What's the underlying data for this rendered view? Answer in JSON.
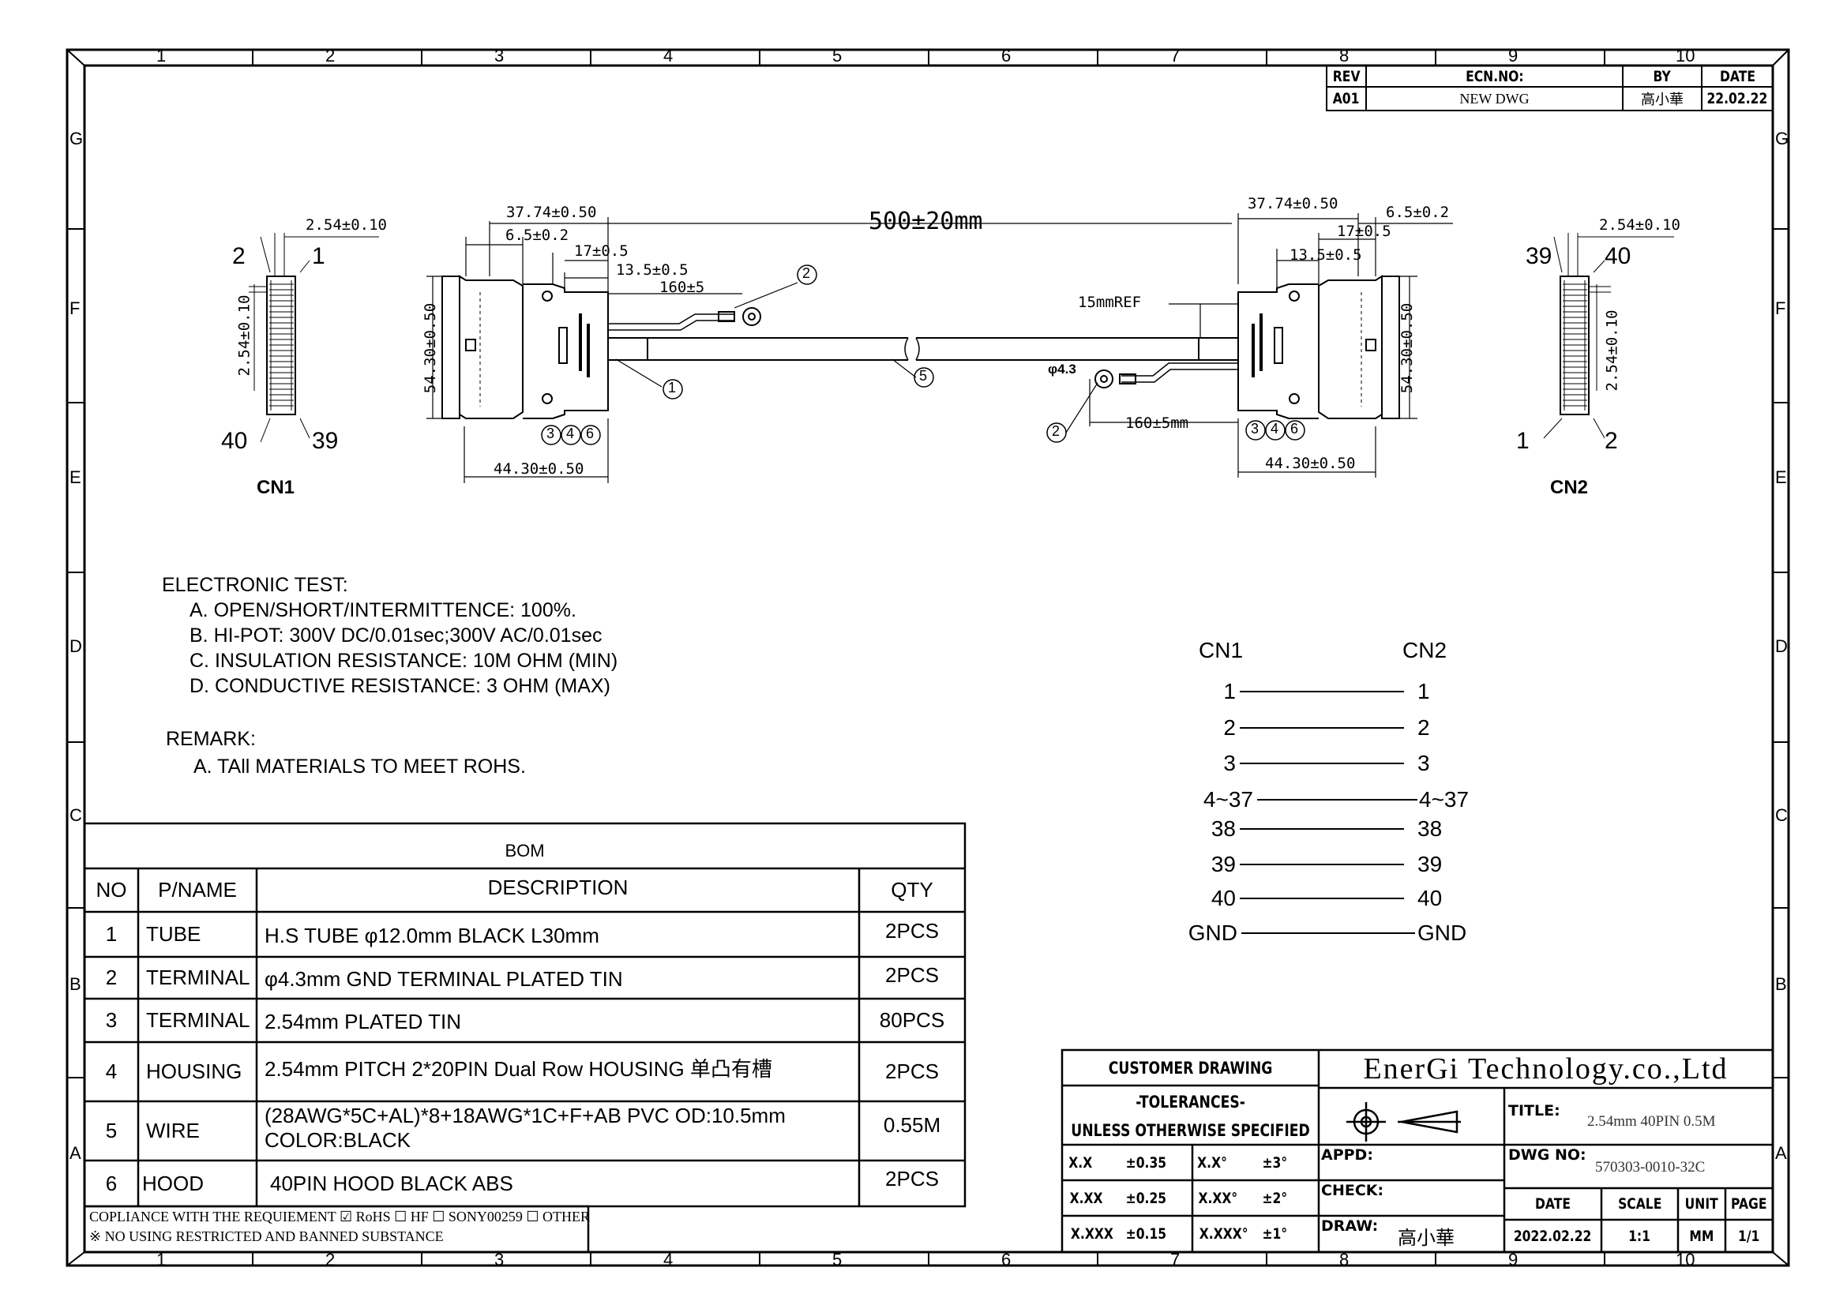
{
  "zones": {
    "cols": [
      "1",
      "2",
      "3",
      "4",
      "5",
      "6",
      "7",
      "8",
      "9",
      "10"
    ],
    "rows": [
      "G",
      "F",
      "E",
      "D",
      "C",
      "B",
      "A"
    ]
  },
  "revision": {
    "headers": {
      "rev": "REV",
      "ecn": "ECN.NO:",
      "by": "BY",
      "date": "DATE"
    },
    "row": {
      "rev": "A01",
      "ecn": "NEW DWG",
      "by": "高小華",
      "date": "22.02.22"
    }
  },
  "drawing": {
    "cn1_label": "CN1",
    "cn2_label": "CN2",
    "cn1_pitch_h": "2.54±0.10",
    "cn1_pitch_v": "2.54±0.10",
    "cn2_pitch_h": "2.54±0.10",
    "cn2_pitch_v": "2.54±0.10",
    "cn1_pins": {
      "tl": "2",
      "tr": "1",
      "bl": "40",
      "br": "39"
    },
    "cn2_pins": {
      "tl": "39",
      "tr": "40",
      "bl": "1",
      "br": "2"
    },
    "dims": {
      "overall": "500±20mm",
      "l_37": "37.74±0.50",
      "l_65": "6.5±0.2",
      "l_17": "17±0.5",
      "l_135": "13.5±0.5",
      "l_160": "160±5",
      "l_543": "54.30±0.50",
      "l_443": "44.30±0.50",
      "r_37": "37.74±0.50",
      "r_65": "6.5±0.2",
      "r_17": "17±0.5",
      "r_135": "13.5±0.5",
      "r_15ref": "15mmREF",
      "r_phi": "φ4.3",
      "r_160": "160±5mm",
      "r_543": "54.30±0.50",
      "r_443": "44.30±0.50"
    },
    "balloons": {
      "b1": "1",
      "b2": "2",
      "b3": "3",
      "b4": "4",
      "b5": "5",
      "b6": "6"
    }
  },
  "notes": {
    "test_title": "ELECTRONIC TEST:",
    "tests": [
      "A. OPEN/SHORT/INTERMITTENCE: 100%.",
      "B. HI-POT: 300V DC/0.01sec;300V AC/0.01sec",
      "C. INSULATION RESISTANCE: 10M OHM (MIN)",
      "D. CONDUCTIVE RESISTANCE: 3 OHM (MAX)"
    ],
    "remark_title": "REMARK:",
    "remark": "A. TAll MATERIALS TO MEET ROHS."
  },
  "wiring": {
    "left_header": "CN1",
    "right_header": "CN2",
    "rows": [
      {
        "l": "1",
        "r": "1"
      },
      {
        "l": "2",
        "r": "2"
      },
      {
        "l": "3",
        "r": "3"
      },
      {
        "l": "4~37",
        "r": "4~37"
      },
      {
        "l": "38",
        "r": "38"
      },
      {
        "l": "39",
        "r": "39"
      },
      {
        "l": "40",
        "r": "40"
      },
      {
        "l": "GND",
        "r": "GND"
      }
    ]
  },
  "bom": {
    "title": "BOM",
    "headers": {
      "no": "NO",
      "name": "P/NAME",
      "desc": "DESCRIPTION",
      "qty": "QTY"
    },
    "rows": [
      {
        "no": "1",
        "name": "TUBE",
        "desc": "H.S TUBE φ12.0mm BLACK L30mm",
        "qty": "2PCS"
      },
      {
        "no": "2",
        "name": "TERMINAL",
        "desc": "φ4.3mm GND TERMINAL PLATED TIN",
        "qty": "2PCS"
      },
      {
        "no": "3",
        "name": "TERMINAL",
        "desc": "2.54mm PLATED TIN",
        "qty": "80PCS"
      },
      {
        "no": "4",
        "name": "HOUSING",
        "desc": "2.54mm PITCH 2*20PIN Dual Row HOUSING  单凸有槽",
        "qty": "2PCS"
      },
      {
        "no": "5",
        "name": "WIRE",
        "desc": "(28AWG*5C+AL)*8+18AWG*1C+F+AB  PVC OD:10.5mm",
        "desc2": "COLOR:BLACK",
        "qty": "0.55M"
      },
      {
        "no": "6",
        "name": "HOOD",
        "desc": "40PIN HOOD BLACK ABS",
        "qty": "2PCS"
      }
    ],
    "compliance_1": "COPLIANCE WITH THE REQUIEMENT ☑ RoHS ☐ HF ☐ SONY00259 ☐ OTHER",
    "compliance_2": "※ NO USING RESTRICTED AND BANNED SUBSTANCE"
  },
  "title_block": {
    "customer": "CUSTOMER DRAWING",
    "tol_title": "-TOLERANCES-",
    "tol_sub": "UNLESS OTHERWISE SPECIFIED",
    "tol": [
      {
        "a": "X.X",
        "b": "±0.35",
        "c": "X.X°",
        "d": "±3°"
      },
      {
        "a": "X.XX",
        "b": "±0.25",
        "c": "X.XX°",
        "d": "±2°"
      },
      {
        "a": "X.XXX",
        "b": "±0.15",
        "c": "X.XXX°",
        "d": "±1°"
      }
    ],
    "company": "EnerGi Technology.co.,Ltd",
    "title_label": "TITLE:",
    "title_value": "2.54mm 40PIN 0.5M",
    "appd": "APPD:",
    "check": "CHECK:",
    "draw": "DRAW:",
    "drawer": "高小華",
    "dwg_label": "DWG NO:",
    "dwg_value": "570303-0010-32C",
    "h_date": "DATE",
    "h_scale": "SCALE",
    "h_unit": "UNIT",
    "h_page": "PAGE",
    "v_date": "2022.02.22",
    "v_scale": "1:1",
    "v_unit": "MM",
    "v_page": "1/1"
  }
}
